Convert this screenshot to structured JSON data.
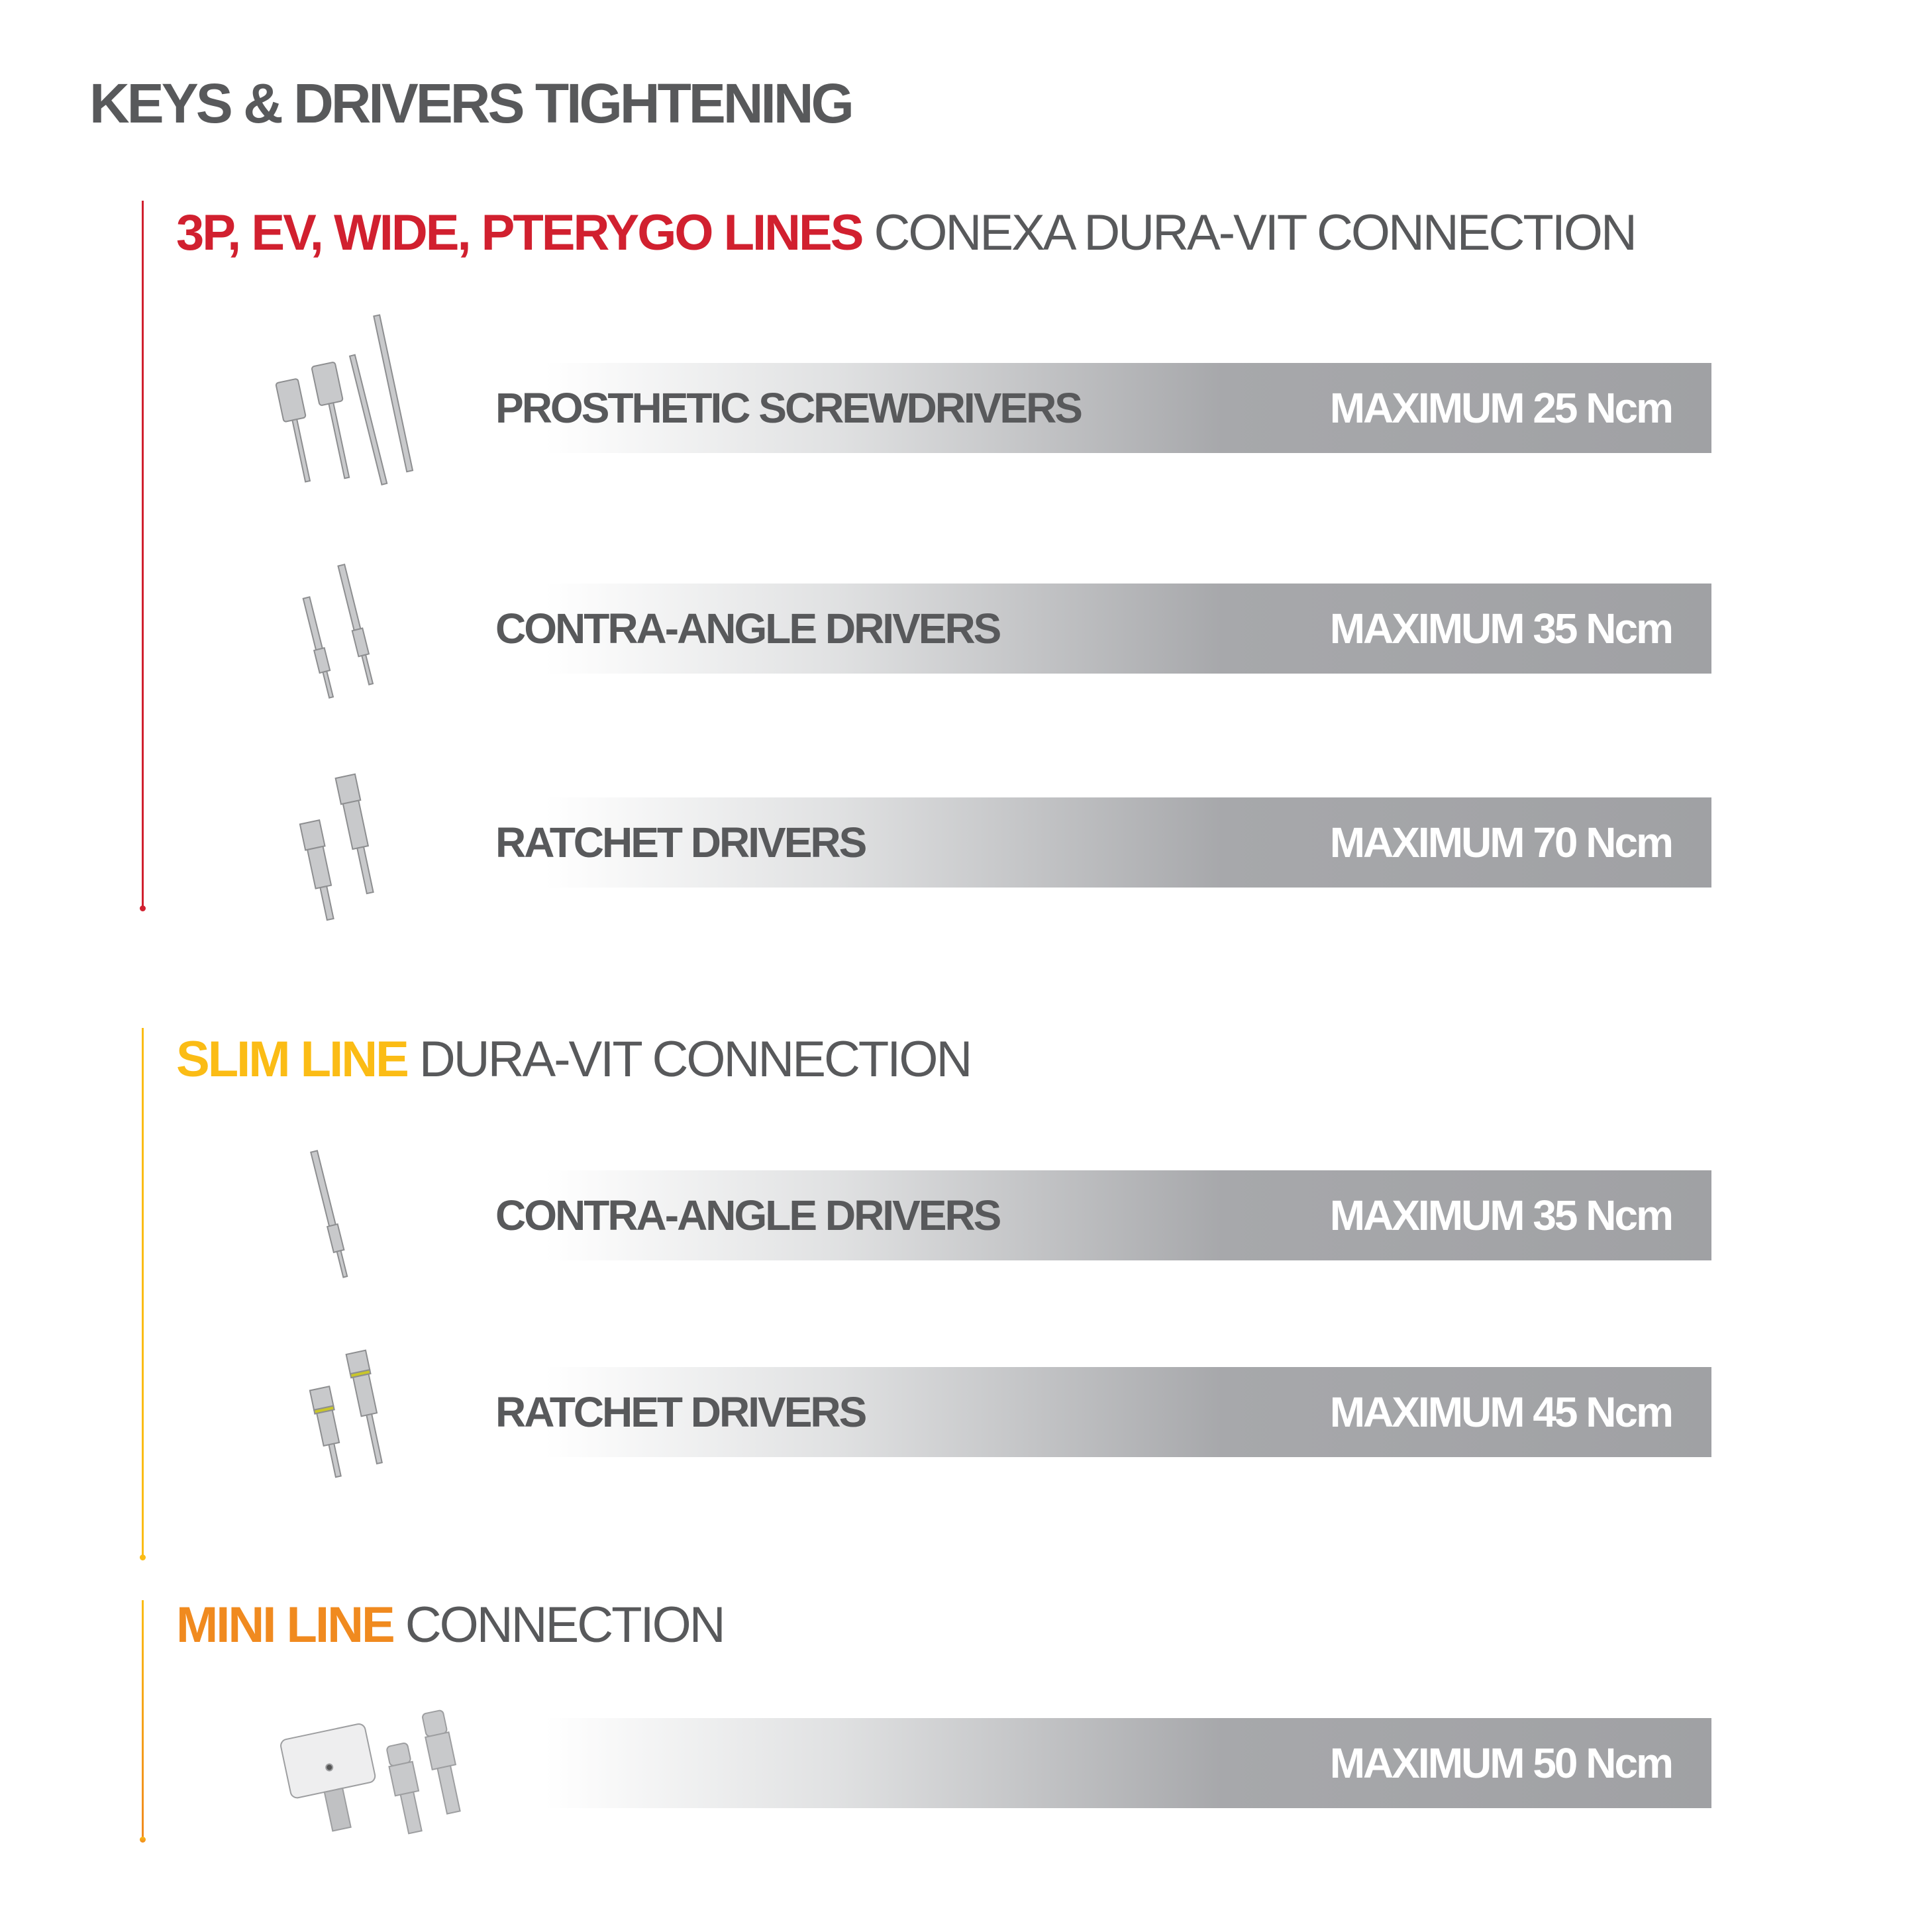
{
  "title": "KEYS & DRIVERS TIGHTENING",
  "colors": {
    "red": "#d1202f",
    "yellow": "#fbbc15",
    "orange": "#f08a1f",
    "text": "#58595b",
    "bar": "#a0a1a4"
  },
  "sections": [
    {
      "highlight": "3P, EV, WIDE, PTERYGO LINES",
      "rest": " CONEXA DURA-VIT CONNECTION",
      "rows": [
        {
          "label": "PROSTHETIC SCREWDRIVERS",
          "max": "MAXIMUM 25 Ncm",
          "image": "prosthetic-screwdrivers-icon"
        },
        {
          "label": "CONTRA-ANGLE DRIVERS",
          "max": "MAXIMUM 35 Ncm",
          "image": "contra-angle-drivers-icon"
        },
        {
          "label": "RATCHET DRIVERS",
          "max": "MAXIMUM 70 Ncm",
          "image": "ratchet-drivers-icon"
        }
      ]
    },
    {
      "highlight": "SLIM LINE",
      "rest": " DURA-VIT CONNECTION",
      "rows": [
        {
          "label": "CONTRA-ANGLE DRIVERS",
          "max": "MAXIMUM 35 Ncm",
          "image": "contra-angle-driver-icon"
        },
        {
          "label": "RATCHET DRIVERS",
          "max": "MAXIMUM 45 Ncm",
          "image": "ratchet-drivers-icon"
        }
      ]
    },
    {
      "highlight": "MINI LINE",
      "rest": " CONNECTION",
      "rows": [
        {
          "label": "",
          "max": "MAXIMUM 50 Ncm",
          "image": "key-and-drivers-icon"
        }
      ]
    }
  ]
}
